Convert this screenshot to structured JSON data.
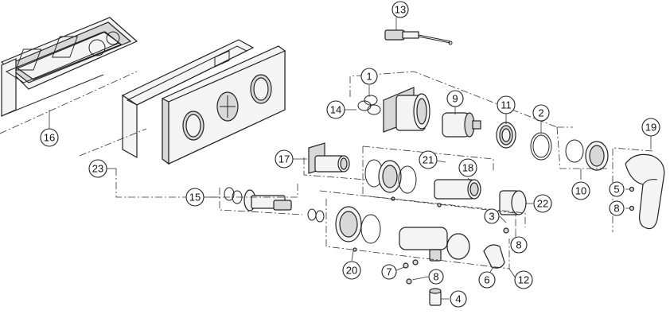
{
  "callouts": [
    {
      "id": "c1",
      "label": "1"
    },
    {
      "id": "c2",
      "label": "2"
    },
    {
      "id": "c3",
      "label": "3"
    },
    {
      "id": "c4",
      "label": "4"
    },
    {
      "id": "c5",
      "label": "5"
    },
    {
      "id": "c6",
      "label": "6"
    },
    {
      "id": "c7",
      "label": "7"
    },
    {
      "id": "c8a",
      "label": "8"
    },
    {
      "id": "c8b",
      "label": "8"
    },
    {
      "id": "c8c",
      "label": "8"
    },
    {
      "id": "c9",
      "label": "9"
    },
    {
      "id": "c10",
      "label": "10"
    },
    {
      "id": "c11",
      "label": "11"
    },
    {
      "id": "c12",
      "label": "12"
    },
    {
      "id": "c13",
      "label": "13"
    },
    {
      "id": "c14",
      "label": "14"
    },
    {
      "id": "c15",
      "label": "15"
    },
    {
      "id": "c16",
      "label": "16"
    },
    {
      "id": "c17",
      "label": "17"
    },
    {
      "id": "c18",
      "label": "18"
    },
    {
      "id": "c19",
      "label": "19"
    },
    {
      "id": "c20",
      "label": "20"
    },
    {
      "id": "c21",
      "label": "21"
    },
    {
      "id": "c22",
      "label": "22"
    },
    {
      "id": "c23",
      "label": "23"
    }
  ]
}
